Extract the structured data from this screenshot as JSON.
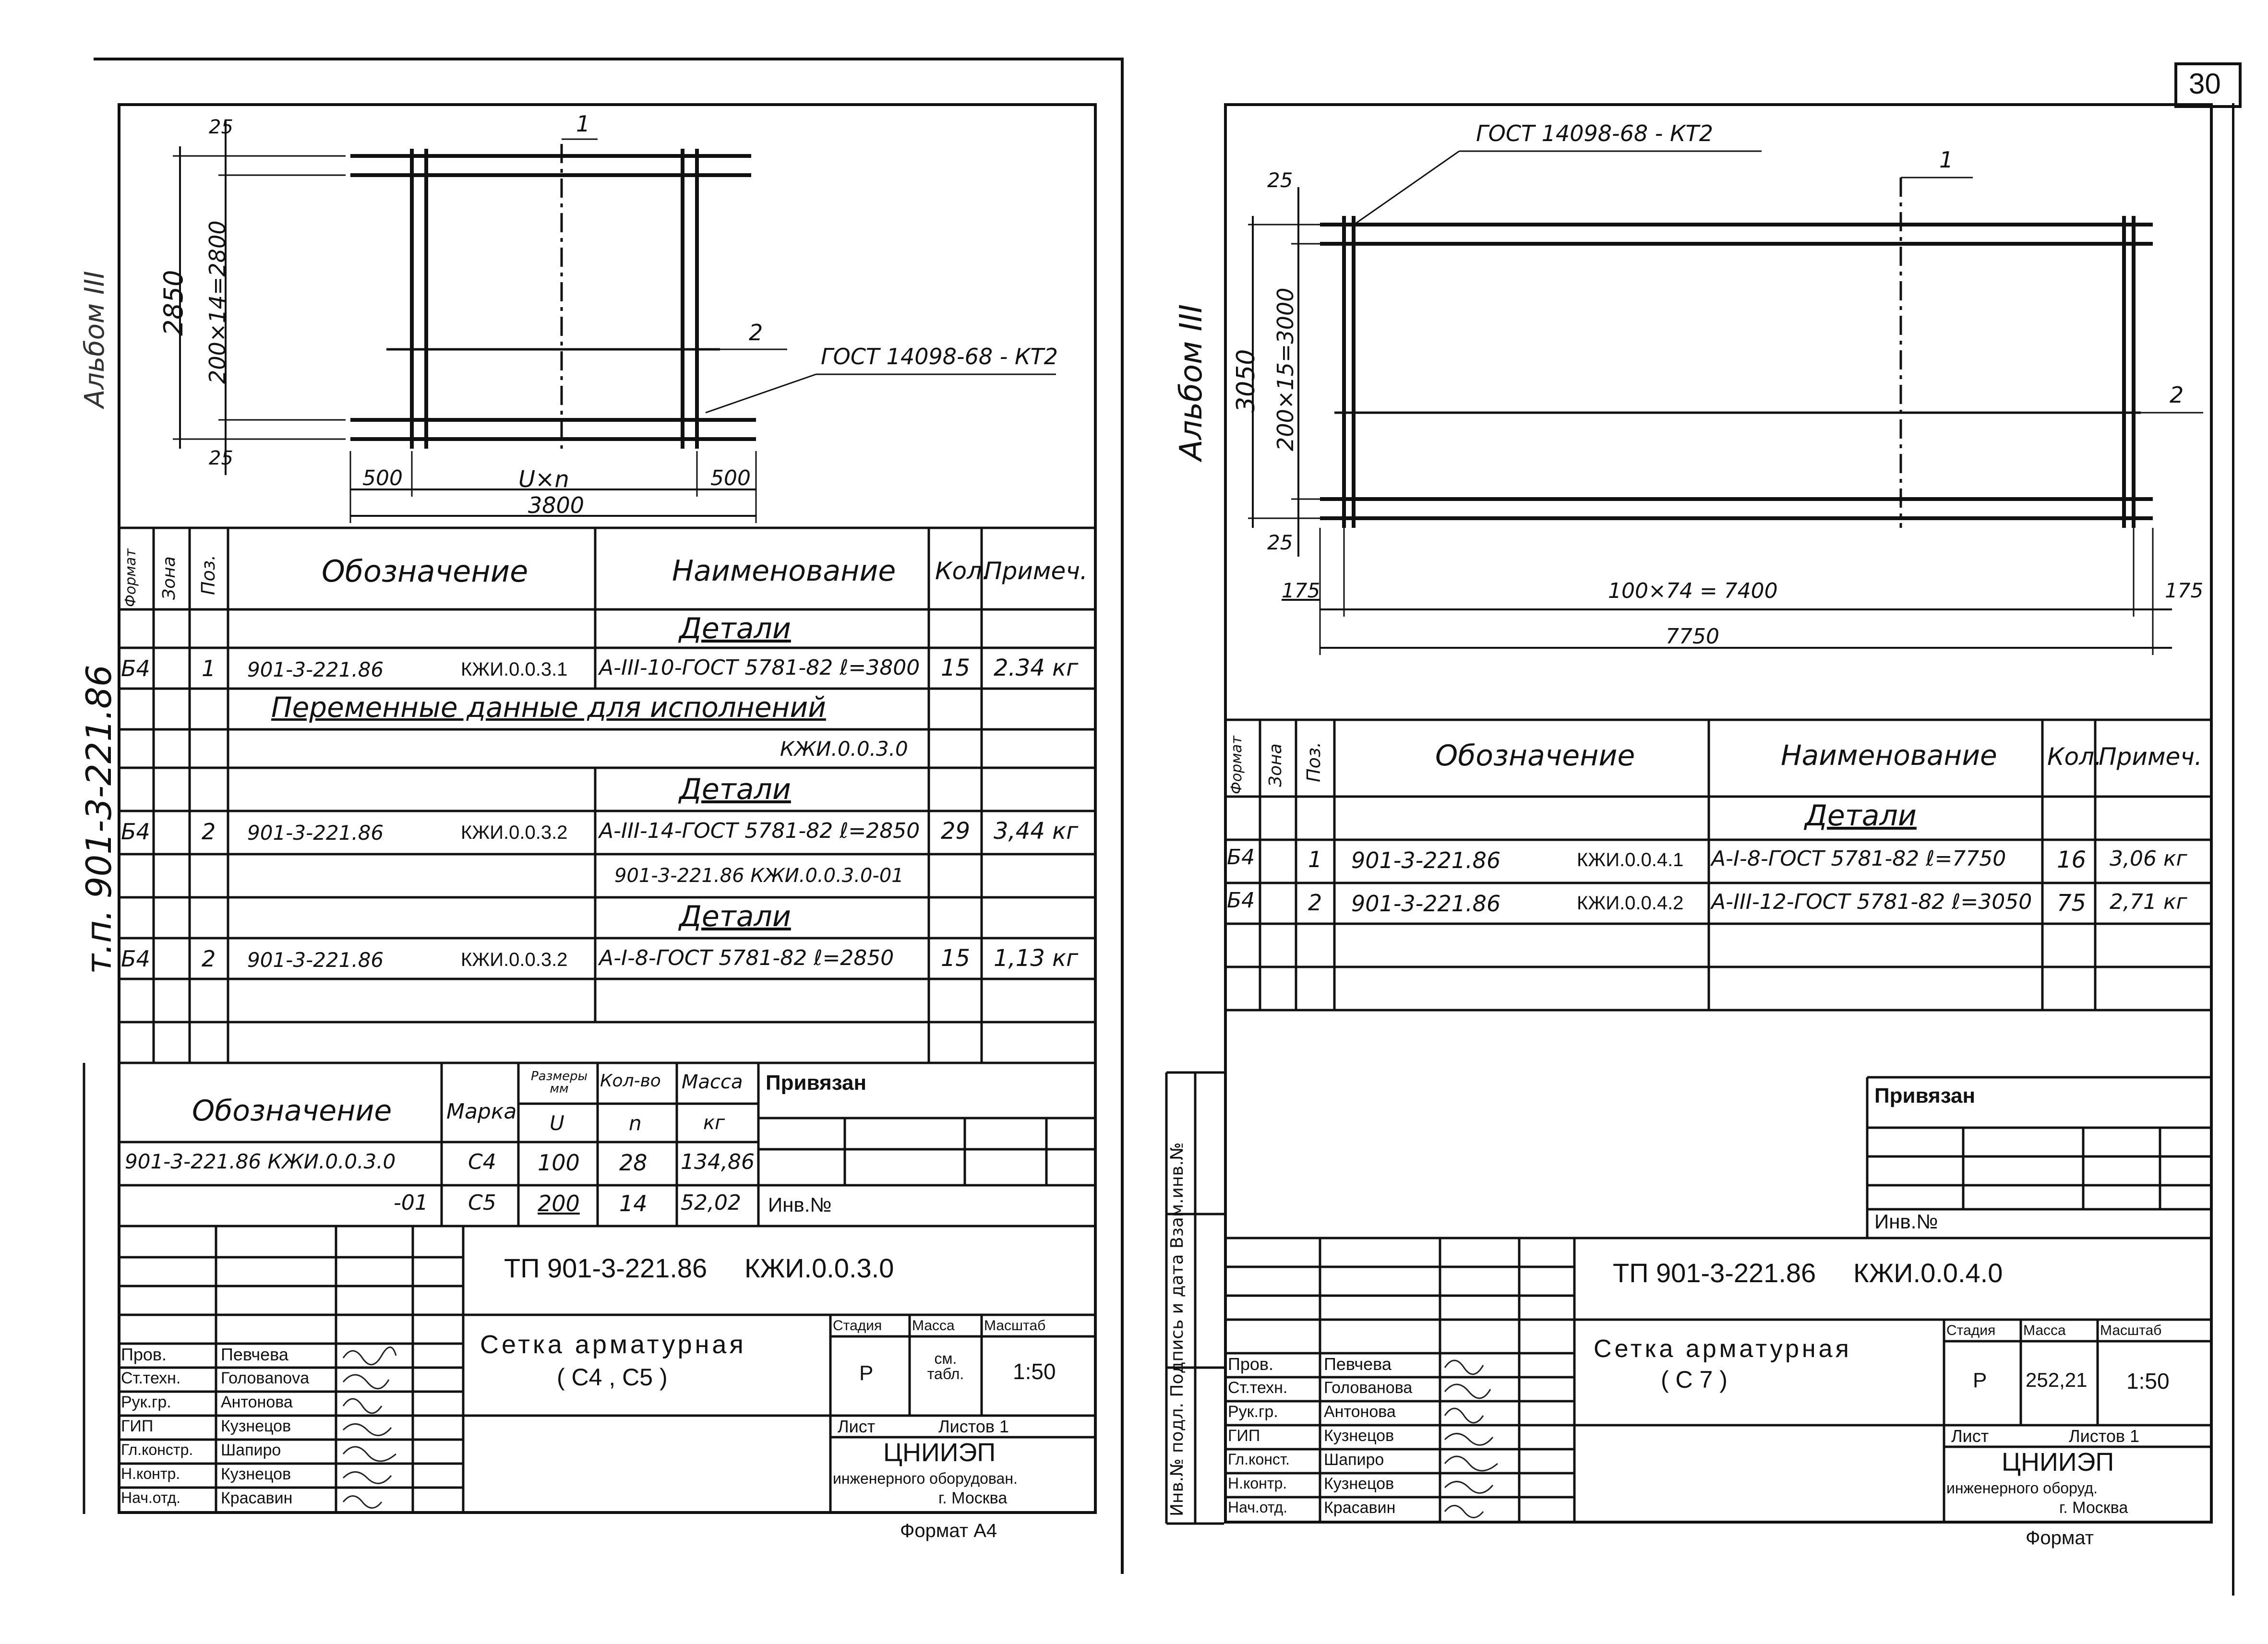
{
  "page_number": "30",
  "left": {
    "album_label": "т.п. 901-3-221.86",
    "album_partial": "Альбом III",
    "drawing": {
      "top_gap": "25",
      "bottom_gap": "25",
      "height_total": "2850",
      "height_inner": "200×14=2800",
      "marker_1": "1",
      "marker_2": "2",
      "gost": "ГОСТ 14098-68 - КТ2",
      "left_overhang": "500",
      "middle": "U×n",
      "right_overhang": "500",
      "width_total": "3800"
    },
    "spec": {
      "headers": {
        "format": "Формат",
        "zone": "Зона",
        "pos": "Поз.",
        "designation": "Обозначение",
        "name": "Наименование",
        "qty": "Кол.",
        "note": "Примеч."
      },
      "section_details": "Детали",
      "row1": {
        "format": "Б4",
        "pos": "1",
        "doc": "901-3-221.86",
        "code": "КЖИ.0.0.3.1",
        "name": "А-III-10-ГОСТ 5781-82 ℓ=3800",
        "qty": "15",
        "note": "2.34 кг"
      },
      "variable_header": "Переменные данные для исполнений",
      "variant_code": "КЖИ.0.0.3.0",
      "row2": {
        "format": "Б4",
        "pos": "2",
        "doc": "901-3-221.86",
        "code": "КЖИ.0.0.3.2",
        "name": "А-III-14-ГОСТ 5781-82 ℓ=2850",
        "qty": "29",
        "note": "3,44 кг"
      },
      "variant_code_2": "901-3-221.86   КЖИ.0.0.3.0-01",
      "row3": {
        "format": "Б4",
        "pos": "2",
        "doc": "901-3-221.86",
        "code": "КЖИ.0.0.3.2",
        "name": "А-I-8-ГОСТ 5781-82 ℓ=2850",
        "qty": "15",
        "note": "1,13 кг"
      }
    },
    "variant_table": {
      "h_designation": "Обозначение",
      "h_mark": "Марка",
      "h_size": "Размеры мм",
      "h_size_u": "U",
      "h_count": "Кол-во",
      "h_count_n": "n",
      "h_mass": "Масса",
      "h_mass_unit": "кг",
      "r1": {
        "designation": "901-3-221.86 КЖИ.0.0.3.0",
        "mark": "С4",
        "u": "100",
        "n": "28",
        "mass": "134,86"
      },
      "r2": {
        "designation": "-01",
        "mark": "С5",
        "u": "200",
        "n": "14",
        "mass": "52,02"
      }
    },
    "privyazan": "Привязан",
    "inv": "Инв.№",
    "stamp": {
      "code": "ТП 901-3-221.86     КЖИ.0.0.3.0",
      "title1": "Сетка арматурная",
      "title2": "( С4 , С5 )",
      "stage_h": "Стадия",
      "mass_h": "Масса",
      "scale_h": "Масштаб",
      "stage": "Р",
      "mass": "см. табл.",
      "scale": "1:50",
      "sheet": "Лист",
      "sheets": "Листов 1",
      "org1": "ЦНИИЭП",
      "org2": "инженерного оборудован.",
      "org3": "г. Москва",
      "format": "Формат А4",
      "roles": [
        {
          "role": "Пров.",
          "name": "Певчева"
        },
        {
          "role": "Ст.техн.",
          "name": "Головanova"
        },
        {
          "role": "Рук.гр.",
          "name": "Антонова"
        },
        {
          "role": "ГИП",
          "name": "Кузнецов"
        },
        {
          "role": "Гл.констр.",
          "name": "Шапиро"
        },
        {
          "role": "Н.контр.",
          "name": "Кузнецов"
        },
        {
          "role": "Нач.отд.",
          "name": "Красавин"
        }
      ]
    }
  },
  "right": {
    "album_label": "Альбом III",
    "side_label": "Инв.№ подл. Подпись и дата Взам.инв.№",
    "drawing": {
      "gost": "ГОСТ 14098-68 - КТ2",
      "top_gap": "25",
      "bottom_gap": "25",
      "height_total": "3050",
      "height_inner": "200×15=3000",
      "marker_1": "1",
      "marker_2": "2",
      "left_overhang": "175",
      "middle": "100×74 = 7400",
      "right_overhang": "175",
      "width_total": "7750"
    },
    "spec": {
      "headers": {
        "format": "Формат",
        "zone": "Зона",
        "pos": "Поз.",
        "designation": "Обозначение",
        "name": "Наименование",
        "qty": "Кол.",
        "note": "Примеч."
      },
      "section_details": "Детали",
      "row1": {
        "format": "Б4",
        "pos": "1",
        "doc": "901-3-221.86",
        "code": "КЖИ.0.0.4.1",
        "name": "А-I-8-ГОСТ 5781-82 ℓ=7750",
        "qty": "16",
        "note": "3,06 кг"
      },
      "row2": {
        "format": "Б4",
        "pos": "2",
        "doc": "901-3-221.86",
        "code": "КЖИ.0.0.4.2",
        "name": "А-III-12-ГОСТ 5781-82 ℓ=3050",
        "qty": "75",
        "note": "2,71 кг"
      }
    },
    "privyazan": "Привязан",
    "inv": "Инв.№",
    "stamp": {
      "code": "ТП 901-3-221.86     КЖИ.0.0.4.0",
      "title1": "Сетка арматурная",
      "title2": "( С 7 )",
      "stage_h": "Стадия",
      "mass_h": "Масса",
      "scale_h": "Масштаб",
      "stage": "Р",
      "mass": "252,21",
      "scale": "1:50",
      "sheet": "Лист",
      "sheets": "Листов 1",
      "org1": "ЦНИИЭП",
      "org2": "инженерного оборуд.",
      "org3": "г. Москва",
      "format": "Формат",
      "roles": [
        {
          "role": "Пров.",
          "name": "Певчева"
        },
        {
          "role": "Ст.техн.",
          "name": "Голованова"
        },
        {
          "role": "Рук.гр.",
          "name": "Антонова"
        },
        {
          "role": "ГИП",
          "name": "Кузнецов"
        },
        {
          "role": "Гл.конст.",
          "name": "Шапиро"
        },
        {
          "role": "Н.контр.",
          "name": "Кузнецов"
        },
        {
          "role": "Нач.отд.",
          "name": "Красавин"
        }
      ]
    }
  }
}
